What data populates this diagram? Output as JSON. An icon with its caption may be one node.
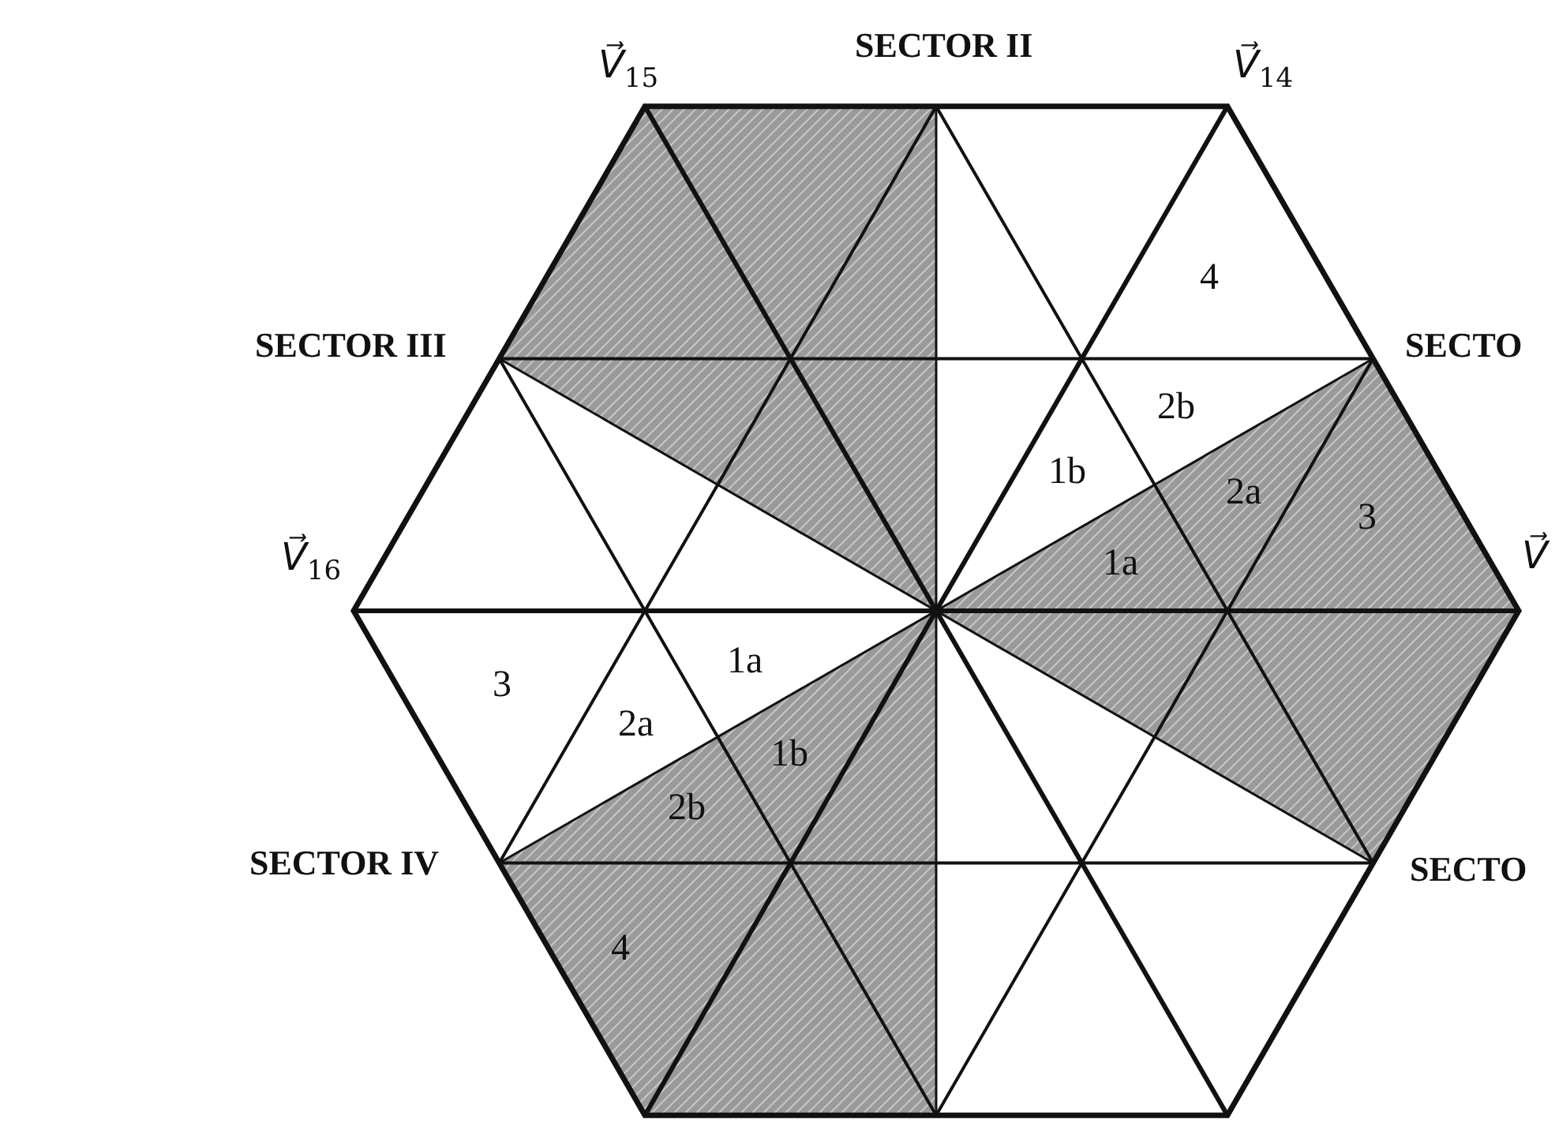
{
  "diagram": {
    "labels": [
      "V⃗$_{15}$",
      "SECTOR II",
      "V⃗$_{14}$",
      "4",
      "SECTOR III",
      "SECTO",
      "2b",
      "1b",
      "2a",
      "3",
      "V⃗$_{16}$",
      "1a",
      "V⃗",
      "3",
      "1a",
      "2a",
      "1b",
      "2b",
      "SECTOR IV",
      "SECTO",
      "4"
    ]
  }
}
